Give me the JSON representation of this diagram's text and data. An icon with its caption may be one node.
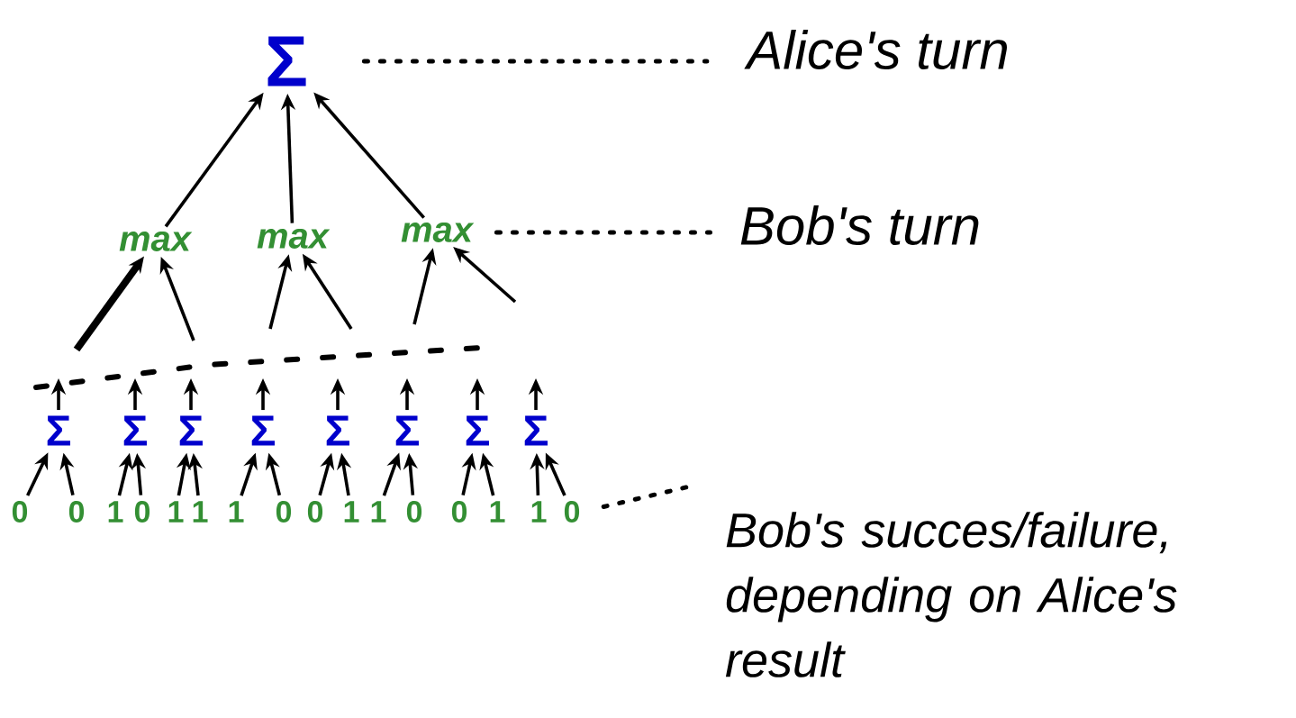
{
  "diagram": {
    "nodes": [
      {
        "text": [
          "Σ"
        ]
      },
      {
        "text": [
          "max"
        ]
      },
      {
        "text": [
          "max"
        ]
      },
      {
        "text": [
          "max"
        ]
      },
      {
        "text": [
          "Σ"
        ]
      },
      {
        "text": [
          "Σ"
        ]
      },
      {
        "text": [
          "Σ"
        ]
      },
      {
        "text": [
          "Σ"
        ]
      },
      {
        "text": [
          "Σ"
        ]
      },
      {
        "text": [
          "Σ"
        ]
      },
      {
        "text": [
          "Σ"
        ]
      },
      {
        "text": [
          "Σ"
        ]
      },
      {
        "text": [
          "0"
        ]
      },
      {
        "text": [
          "0"
        ]
      },
      {
        "text": [
          "1"
        ]
      },
      {
        "text": [
          "0"
        ]
      },
      {
        "text": [
          "1"
        ]
      },
      {
        "text": [
          "1"
        ]
      },
      {
        "text": [
          "1"
        ]
      },
      {
        "text": [
          "0"
        ]
      },
      {
        "text": [
          "0"
        ]
      },
      {
        "text": [
          "1"
        ]
      },
      {
        "text": [
          "1"
        ]
      },
      {
        "text": [
          "0"
        ]
      },
      {
        "text": [
          "0"
        ]
      },
      {
        "text": [
          "1"
        ]
      },
      {
        "text": [
          "1"
        ]
      },
      {
        "text": [
          "0"
        ]
      },
      {
        "text": [
          "Alice's turn"
        ]
      },
      {
        "text": [
          "Bob's turn"
        ]
      },
      {
        "text": [
          "Bob's succes/failure, depending on Alice's result"
        ]
      }
    ],
    "edges": [
      {
        "from": 1,
        "to": 0,
        "arrow": "to"
      },
      {
        "from": 2,
        "to": 0,
        "arrow": "to"
      },
      {
        "from": 3,
        "to": 0,
        "arrow": "to"
      },
      {
        "from": null,
        "to": 1,
        "arrow": "to",
        "style": "thick"
      },
      {
        "from": null,
        "to": 1,
        "arrow": "to"
      },
      {
        "from": null,
        "to": 2,
        "arrow": "to"
      },
      {
        "from": null,
        "to": 2,
        "arrow": "to"
      },
      {
        "from": null,
        "to": 3,
        "arrow": "to"
      },
      {
        "from": null,
        "to": 3,
        "arrow": "to"
      },
      {
        "from": 12,
        "to": 4,
        "arrow": "to"
      },
      {
        "from": 13,
        "to": 4,
        "arrow": "to"
      },
      {
        "from": 14,
        "to": 5,
        "arrow": "to"
      },
      {
        "from": 15,
        "to": 5,
        "arrow": "to"
      },
      {
        "from": 16,
        "to": 6,
        "arrow": "to"
      },
      {
        "from": 17,
        "to": 6,
        "arrow": "to"
      },
      {
        "from": 18,
        "to": 7,
        "arrow": "to"
      },
      {
        "from": 19,
        "to": 7,
        "arrow": "to"
      },
      {
        "from": 20,
        "to": 8,
        "arrow": "to"
      },
      {
        "from": 21,
        "to": 8,
        "arrow": "to"
      },
      {
        "from": 22,
        "to": 9,
        "arrow": "to"
      },
      {
        "from": 23,
        "to": 9,
        "arrow": "to"
      },
      {
        "from": 24,
        "to": 10,
        "arrow": "to"
      },
      {
        "from": 25,
        "to": 10,
        "arrow": "to"
      },
      {
        "from": 26,
        "to": 11,
        "arrow": "to"
      },
      {
        "from": 27,
        "to": 11,
        "arrow": "to"
      },
      {
        "from": 4,
        "to": null,
        "arrow": "to"
      },
      {
        "from": 5,
        "to": null,
        "arrow": "to"
      },
      {
        "from": 6,
        "to": null,
        "arrow": "to"
      },
      {
        "from": 7,
        "to": null,
        "arrow": "to"
      },
      {
        "from": 8,
        "to": null,
        "arrow": "to"
      },
      {
        "from": 9,
        "to": null,
        "arrow": "to"
      },
      {
        "from": 10,
        "to": null,
        "arrow": "to"
      },
      {
        "from": 11,
        "to": null,
        "arrow": "to"
      },
      {
        "from": 0,
        "to": 28,
        "arrow": "none",
        "style": "dashed"
      },
      {
        "from": 3,
        "to": 29,
        "arrow": "none",
        "style": "dashed"
      },
      {
        "from": 27,
        "to": 30,
        "arrow": "none",
        "style": "dashed"
      }
    ]
  }
}
